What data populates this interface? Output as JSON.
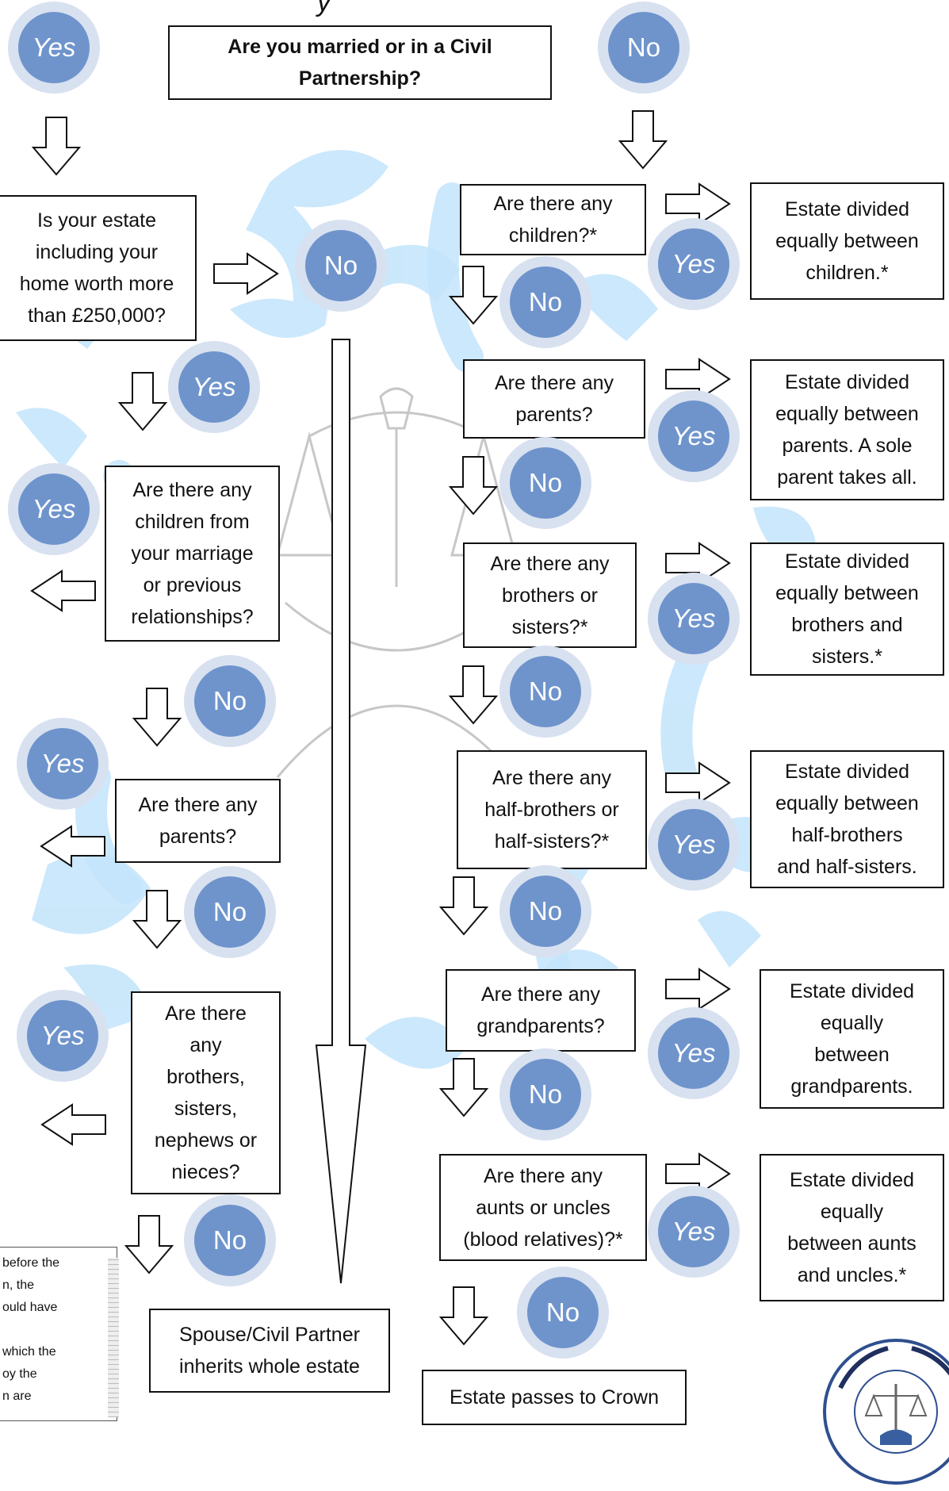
{
  "title_partial": "y",
  "root_question": "Are you married or in a Civil\nPartnership?",
  "labels": {
    "yes": "Yes",
    "no": "No"
  },
  "left_branch": {
    "q_estate": "Is your estate\nincluding your\nhome worth more\nthan £250,000?",
    "q_children": "Are there any\nchildren from\nyour marriage\nor previous\nrelationships?",
    "q_parents": "Are there any\nparents?",
    "q_siblings": "Are there\nany\nbrothers,\nsisters,\nnephews or\nnieces?",
    "result": "Spouse/Civil Partner\ninherits whole estate"
  },
  "right_branch": {
    "q_children": "Are there any\nchildren?*",
    "r_children": "Estate divided\nequally between\nchildren.*",
    "q_parents": "Are there any\nparents?",
    "r_parents": "Estate divided\nequally between\nparents. A sole\nparent takes all.",
    "q_siblings": "Are there any\nbrothers or\nsisters?*",
    "r_siblings": "Estate divided\nequally between\nbrothers and\nsisters.*",
    "q_half": "Are there any\nhalf-brothers or\nhalf-sisters?*",
    "r_half": "Estate divided\nequally between\nhalf-brothers\nand half-sisters.",
    "q_grand": "Are there any\ngrandparents?",
    "r_grand": "Estate divided\nequally\nbetween\ngrandparents.",
    "q_aunts": "Are there any\naunts or uncles\n(blood relatives)?*",
    "r_aunts": "Estate divided\nequally\nbetween aunts\nand uncles.*",
    "crown": "Estate passes to Crown"
  },
  "footnote_fragment": "before the\nn, the\nould have\n\nwhich the\noy the\nn are",
  "colors": {
    "circle_outer": "#d8e1f0",
    "circle_inner": "#6f94cc",
    "watermark": "#bfe3fb"
  }
}
